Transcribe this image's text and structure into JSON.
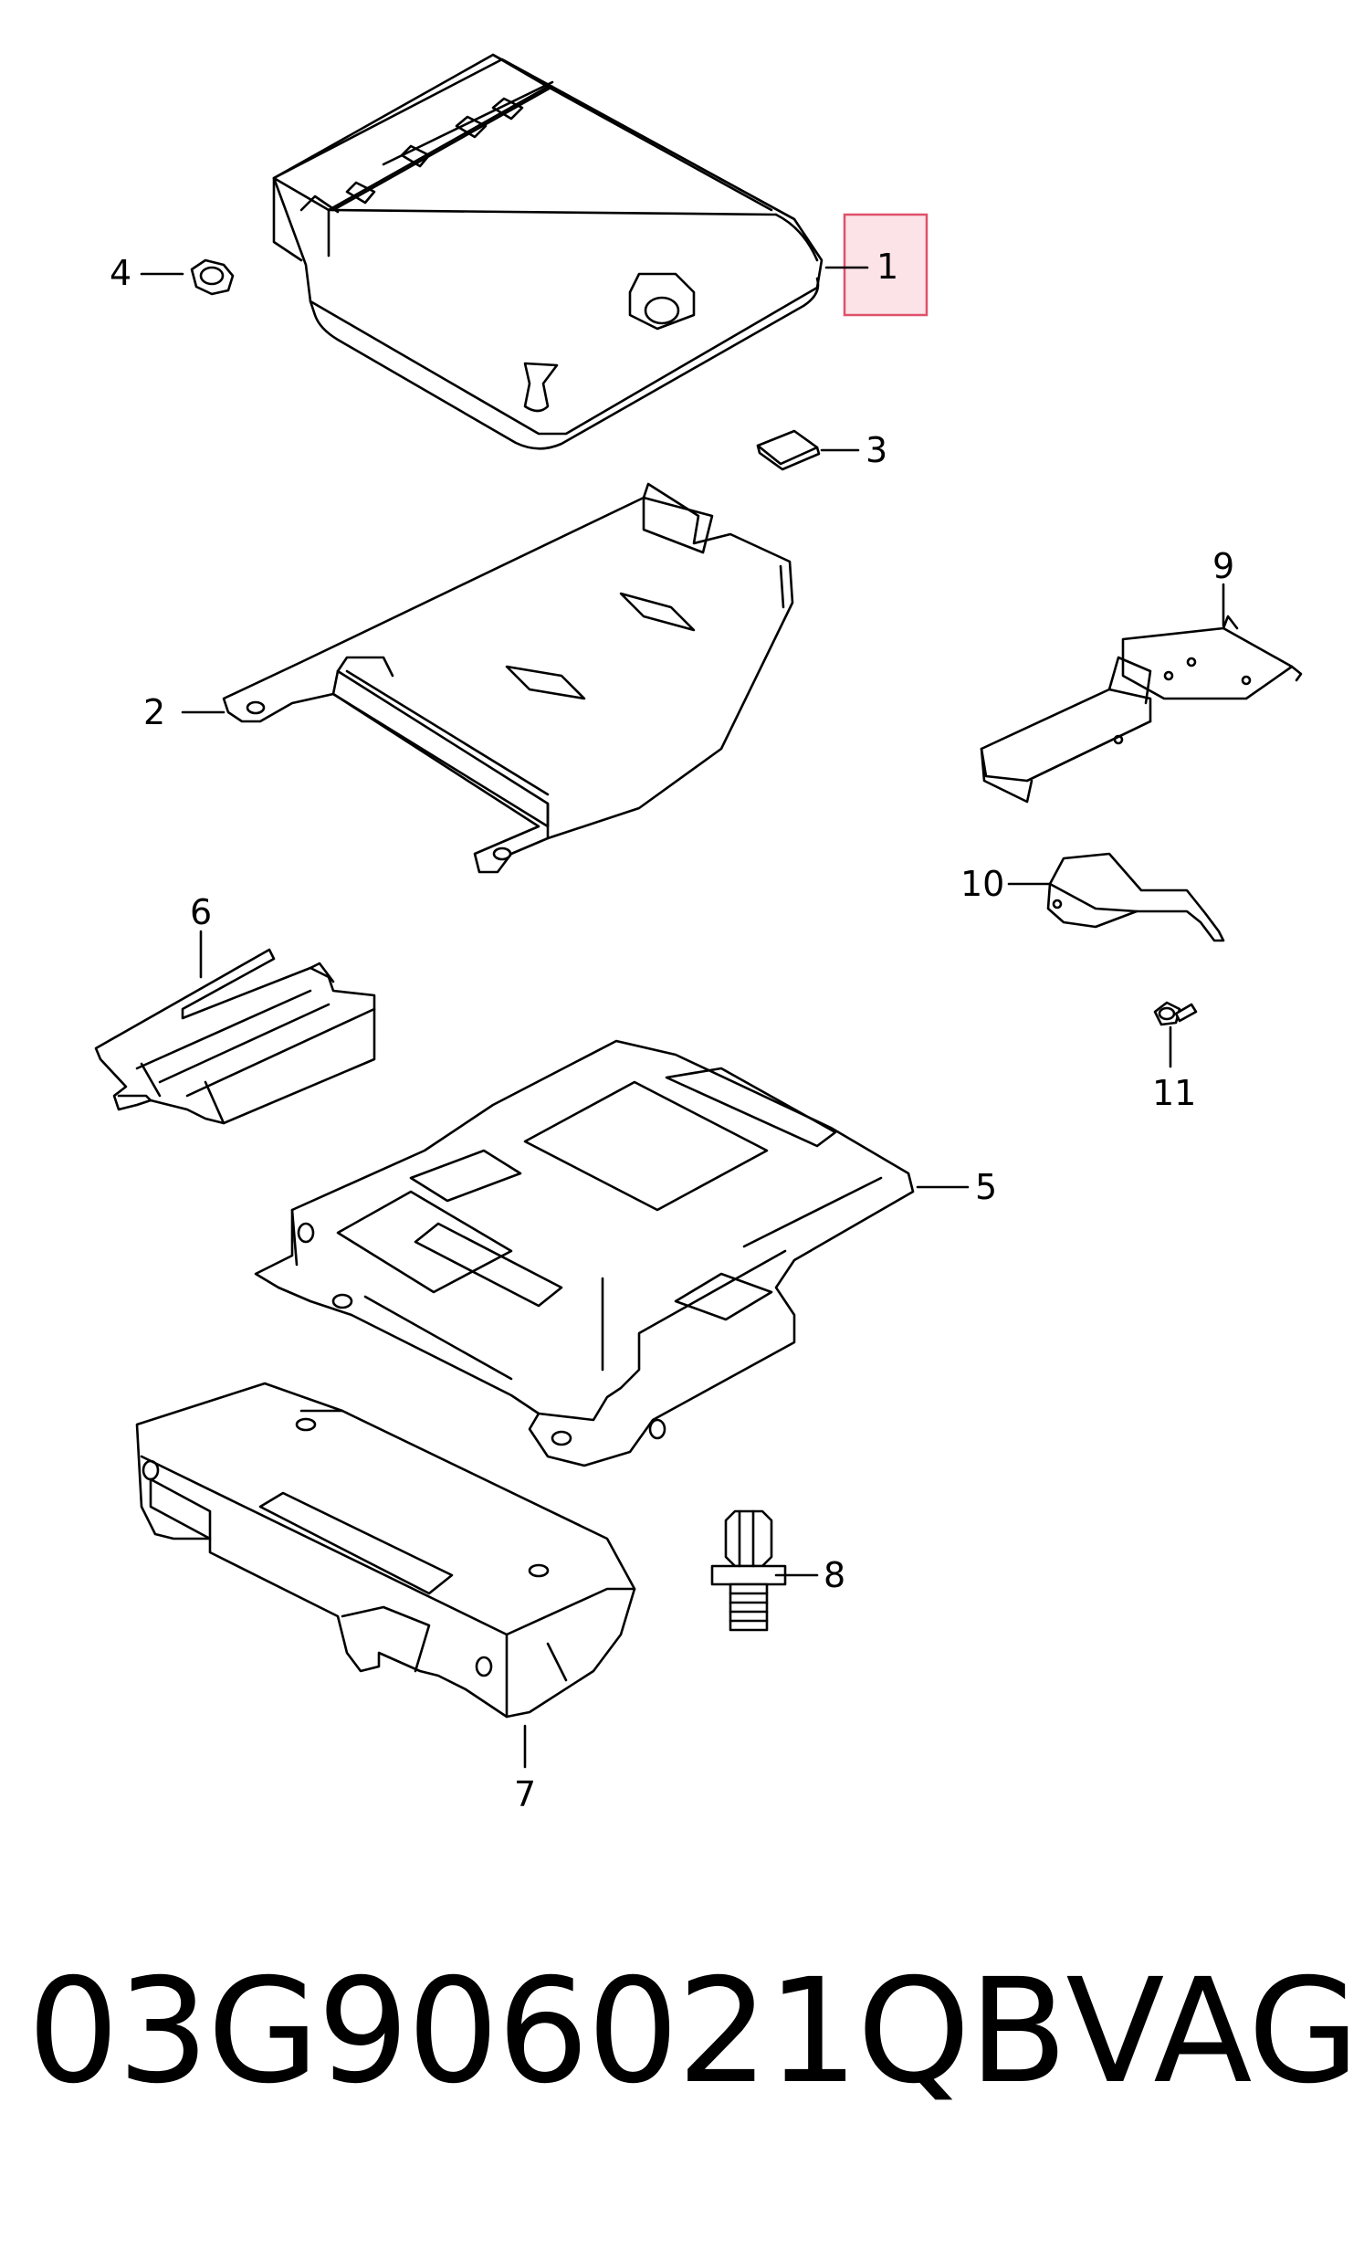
{
  "callouts": [
    {
      "id": "1",
      "label": "1"
    },
    {
      "id": "2",
      "label": "2"
    },
    {
      "id": "3",
      "label": "3"
    },
    {
      "id": "4",
      "label": "4"
    },
    {
      "id": "5",
      "label": "5"
    },
    {
      "id": "6",
      "label": "6"
    },
    {
      "id": "7",
      "label": "7"
    },
    {
      "id": "8",
      "label": "8"
    },
    {
      "id": "9",
      "label": "9"
    },
    {
      "id": "10",
      "label": "10"
    },
    {
      "id": "11",
      "label": "11"
    }
  ],
  "highlight": {
    "callout": "1",
    "color": "#e0506a",
    "fill": "#fbe3e7"
  },
  "footer": {
    "part_number": "03G906021QB",
    "brand": "VAG"
  }
}
